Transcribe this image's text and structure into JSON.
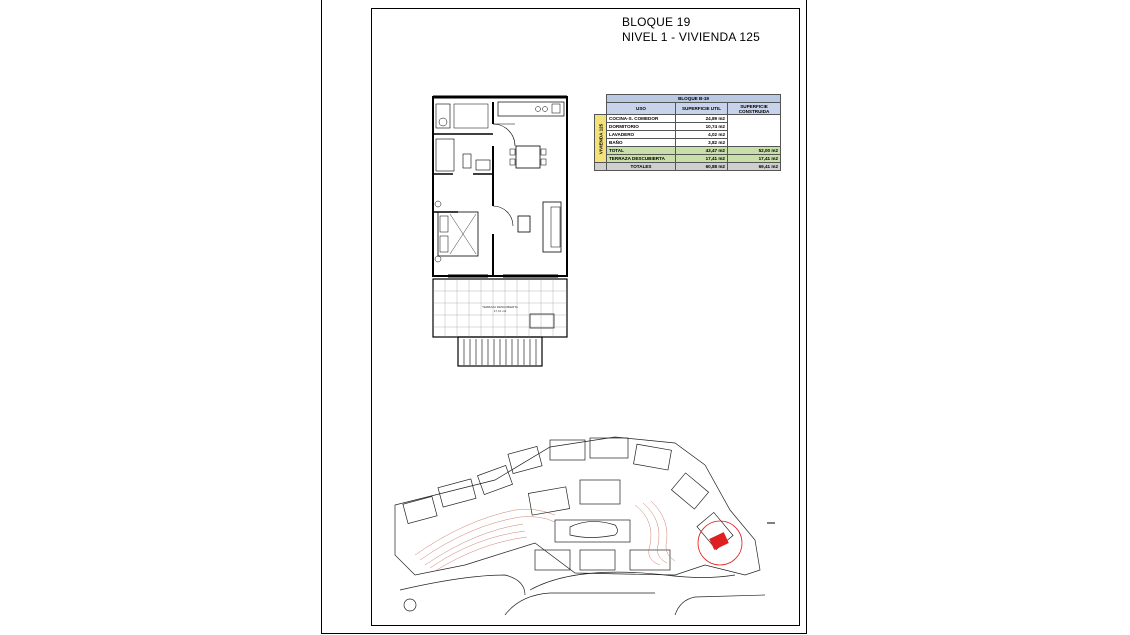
{
  "header": {
    "line1": "BLOQUE 19",
    "line2": "NIVEL 1 - VIVIENDA 125"
  },
  "area_table": {
    "title": "BLOQUE B-19",
    "columns": [
      "USO",
      "SUPERFICIE UTIL",
      "SUPERFICIE CONSTRUIDA"
    ],
    "unit_label": "VIVIENDA 125",
    "rows": [
      {
        "name": "COCINA-S. COMEDOR",
        "util": "24,89 m2",
        "construida": ""
      },
      {
        "name": "DORMITORIO",
        "util": "10,74 m2",
        "construida": ""
      },
      {
        "name": "LAVADERO",
        "util": "4,02 m2",
        "construida": ""
      },
      {
        "name": "BAÑO",
        "util": "3,82 m2",
        "construida": ""
      },
      {
        "name": "TOTAL",
        "util": "43,47 m2",
        "construida": "52,00 m2"
      },
      {
        "name": "TERRAZA DESCUBIERTA",
        "util": "17,41 m2",
        "construida": "17,41 m2"
      }
    ],
    "totals": {
      "name": "TOTALES",
      "util": "60,88 m2",
      "construida": "69,41 m2"
    }
  },
  "plan": {
    "terrace_label_1": "TERRAZA DESCUBIERTA",
    "terrace_label_2": "17,41 m2"
  },
  "colors": {
    "table_header": "#b9c9e4",
    "unit_label_bg": "#f3e27a",
    "total_green": "#c8dfa9",
    "highlight": "#e02020"
  }
}
